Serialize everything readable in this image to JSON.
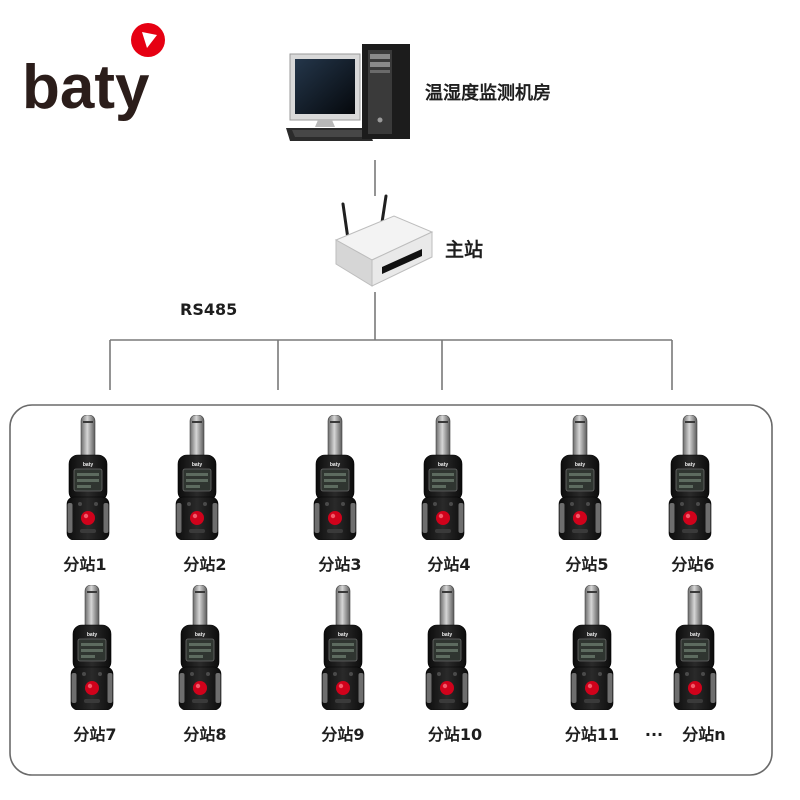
{
  "logo": {
    "text": "baty",
    "text_color": "#2b1d1a",
    "accent_color": "#e60012"
  },
  "server": {
    "label": "温湿度监测机房",
    "icon": "desktop-computer-icon"
  },
  "master": {
    "label": "主站",
    "icon": "wireless-router-icon"
  },
  "bus": {
    "label": "RS485"
  },
  "device": {
    "brand": "baty",
    "icon": "thermo-hygrometer-icon"
  },
  "stations": [
    {
      "label": "分站1"
    },
    {
      "label": "分站2"
    },
    {
      "label": "分站3"
    },
    {
      "label": "分站4"
    },
    {
      "label": "分站5"
    },
    {
      "label": "分站6"
    },
    {
      "label": "分站7"
    },
    {
      "label": "分站8"
    },
    {
      "label": "分站9"
    },
    {
      "label": "分站10"
    },
    {
      "label": "分站11"
    },
    {
      "label": "分站n"
    }
  ],
  "ellipsis": "···"
}
